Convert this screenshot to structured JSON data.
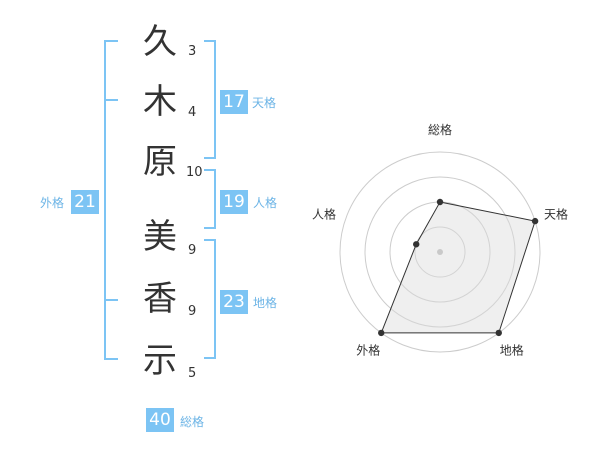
{
  "colors": {
    "accent": "#7cc4f4",
    "accent_text": "#6cb4e6",
    "text": "#333333"
  },
  "name": {
    "surname": [
      {
        "char": "久",
        "strokes": "3"
      },
      {
        "char": "木",
        "strokes": "4"
      },
      {
        "char": "原",
        "strokes": "10"
      }
    ],
    "given": [
      {
        "char": "美",
        "strokes": "9"
      },
      {
        "char": "香",
        "strokes": "9"
      },
      {
        "char": "示",
        "strokes": "5"
      }
    ]
  },
  "fortunes": {
    "tenkaku": {
      "value": "17",
      "label": "天格"
    },
    "jinkaku": {
      "value": "19",
      "label": "人格"
    },
    "chikaku": {
      "value": "23",
      "label": "地格"
    },
    "gaikaku": {
      "value": "21",
      "label": "外格"
    },
    "soukaku": {
      "value": "40",
      "label": "総格"
    }
  },
  "chart_data": {
    "type": "radar",
    "axes": [
      "総格",
      "天格",
      "地格",
      "外格",
      "人格"
    ],
    "rings": 4,
    "max": 4,
    "values": [
      2,
      4,
      4,
      4,
      1
    ],
    "grid": true
  }
}
